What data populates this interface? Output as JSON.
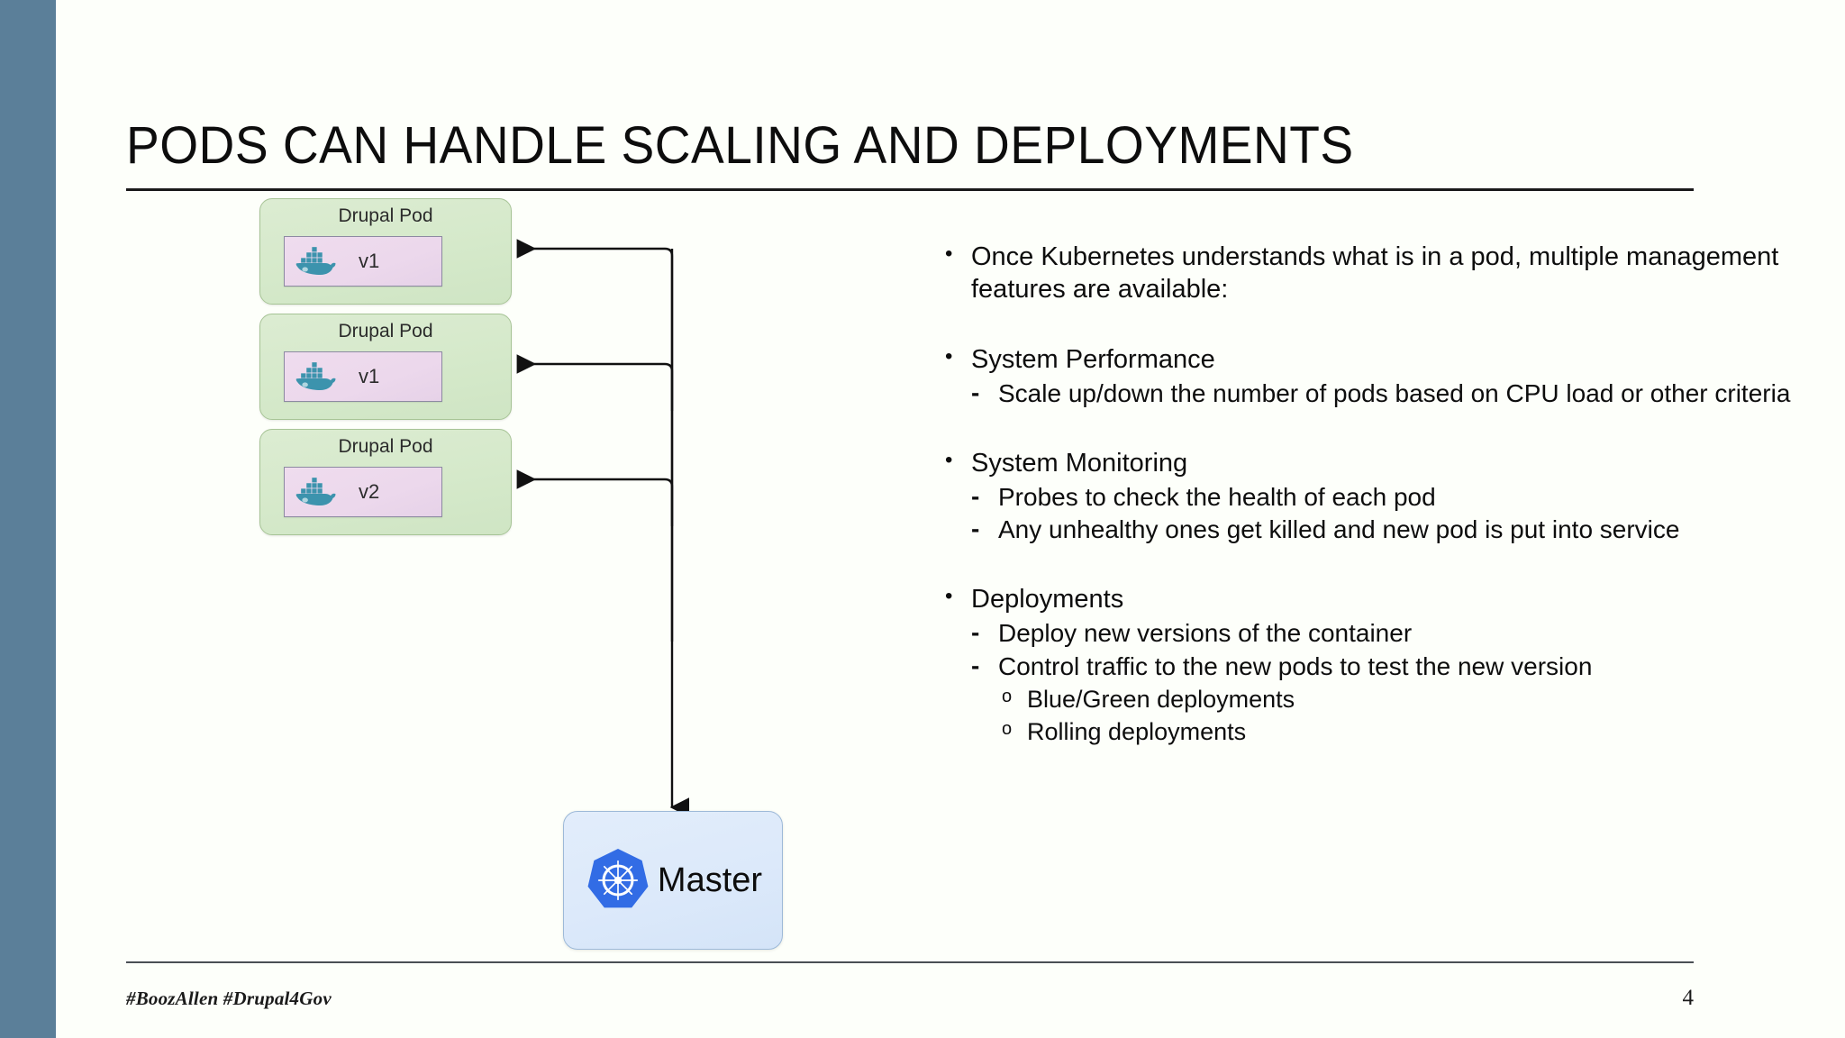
{
  "slide": {
    "title": "PODS CAN HANDLE SCALING AND DEPLOYMENTS",
    "page_number": "4",
    "footer_text": "#BoozAllen #Drupal4Gov",
    "accent_color": "#5b7f99",
    "background_color": "#fdfffa"
  },
  "diagram": {
    "pod_fill_color": "#d5e9ca",
    "pod_border_color": "#a7c496",
    "container_fill_color": "#ecd8ec",
    "container_border_color": "#8d8aa2",
    "master_fill_color": "#dce9fa",
    "master_border_color": "#9db9d8",
    "connector_color": "#111111",
    "pods": [
      {
        "title": "Drupal Pod",
        "version": "v1",
        "icon": "docker-whale-icon"
      },
      {
        "title": "Drupal Pod",
        "version": "v1",
        "icon": "docker-whale-icon"
      },
      {
        "title": "Drupal Pod",
        "version": "v2",
        "icon": "docker-whale-icon"
      }
    ],
    "master": {
      "label": "Master",
      "icon": "kubernetes-helm-icon"
    }
  },
  "content": {
    "blocks": [
      {
        "lvl1": "Once Kubernetes understands what is in a pod, multiple management features are available:",
        "children": []
      },
      {
        "lvl1": "System Performance",
        "children": [
          {
            "level": 2,
            "text": "Scale up/down the number of pods based on CPU load or other criteria"
          }
        ]
      },
      {
        "lvl1": "System Monitoring",
        "children": [
          {
            "level": 2,
            "text": "Probes to check the health of each pod"
          },
          {
            "level": 2,
            "text": "Any unhealthy ones get killed and new pod is put into service"
          }
        ]
      },
      {
        "lvl1": "Deployments",
        "children": [
          {
            "level": 2,
            "text": "Deploy new versions of the container"
          },
          {
            "level": 2,
            "text": "Control traffic to the new pods to test the new version"
          },
          {
            "level": 3,
            "text": "Blue/Green deployments"
          },
          {
            "level": 3,
            "text": "Rolling deployments"
          }
        ]
      }
    ]
  }
}
